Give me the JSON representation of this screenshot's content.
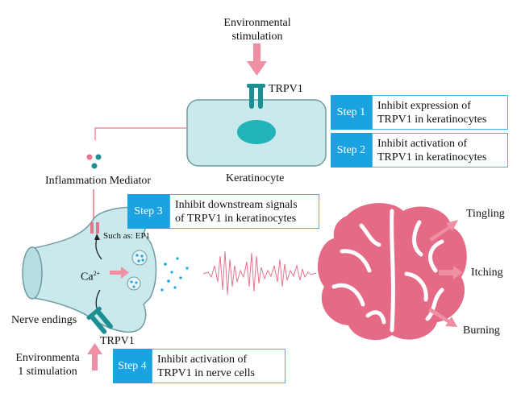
{
  "colors": {
    "cell": "#c9e9ec",
    "cell_border": "#6e9ca0",
    "nucleus": "#22b3b8",
    "pink": "#e8738d",
    "arrow_pink": "#ef8fa3",
    "brain": "#e46a86",
    "teal_dark": "#1b8f93",
    "step_blue": "#1aa3e0"
  },
  "labels": {
    "env_top": [
      "Environmental",
      "stimulation"
    ],
    "trpv1_top": "TRPV1",
    "keratinocyte": "Keratinocyte",
    "inflammation": "Inflammation Mediator",
    "such_as": "Such as: EP1",
    "ca": "Ca",
    "ca_sup": "2+",
    "nerve_endings": "Nerve endings",
    "trpv1_bottom": "TRPV1",
    "env_bottom": [
      "Environmenta",
      "1 stimulation"
    ],
    "tingling": "Tingling",
    "itching": "Itching",
    "burning": "Burning"
  },
  "steps": [
    {
      "tag": "Step 1",
      "lines": [
        "Inhibit expression of",
        "TRPV1 in keratinocytes"
      ]
    },
    {
      "tag": "Step 2",
      "lines": [
        "Inhibit activation of",
        "TRPV1 in keratinocytes"
      ]
    },
    {
      "tag": "Step 3",
      "lines": [
        "Inhibit downstream signals",
        "of TRPV1 in keratinocytes"
      ]
    },
    {
      "tag": "Step 4",
      "lines": [
        "Inhibit activation of",
        "TRPV1 in nerve cells"
      ]
    }
  ]
}
